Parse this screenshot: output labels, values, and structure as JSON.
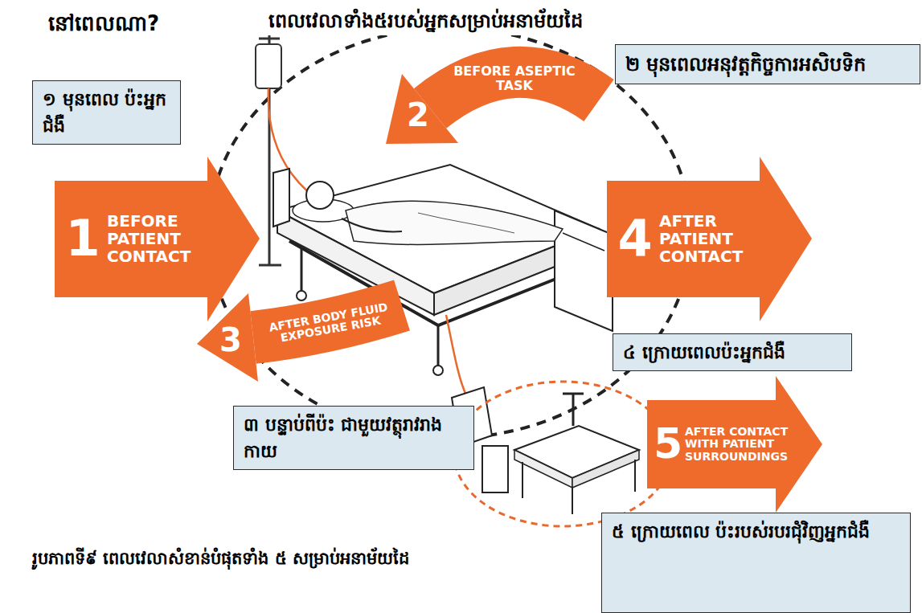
{
  "diagram": {
    "title": "ពេលវេលាទាំង៥របស់អ្នកសម្រាប់អនាម័យដៃ",
    "caption": "រូបភាពទី៩ ពេលវេលាសំខាន់បំផុតទាំង ៥ សម្រាប់អនាម័យដៃ",
    "nodes": [
      {
        "text": [
          "១ មុនពេល ប៉ះអ្នកជំងឺ"
        ]
      },
      {
        "text": [
          "2",
          "BEFORE ASEPTIC TASK"
        ]
      },
      {
        "text": [
          "២ មុនពេលអនុវត្តកិច្ចការអសិបទិក"
        ]
      },
      {
        "text": [
          "1",
          "BEFORE PATIENT CONTACT"
        ]
      },
      {
        "text": [
          "4",
          "AFTER PATIENT CONTACT"
        ]
      },
      {
        "text": [
          "៤ ក្រោយពេលប៉ះអ្នកជំងឺ"
        ]
      },
      {
        "text": [
          "3",
          "AFTER BODY FLUID EXPOSURE RISK"
        ]
      },
      {
        "text": [
          "៣ បន្ទាប់ពីប៉ះ ជាមួយវត្ថុរាវរាងកាយ"
        ]
      },
      {
        "text": [
          "5",
          "AFTER CONTACT WITH PATIENT SURROUNDINGS"
        ]
      },
      {
        "text": [
          "៥ ក្រោយពេល ប៉ះរបស់របរជុំវិញអ្នកជំងឺ"
        ]
      }
    ],
    "labels": [
      "នៅពេលណា?"
    ]
  }
}
